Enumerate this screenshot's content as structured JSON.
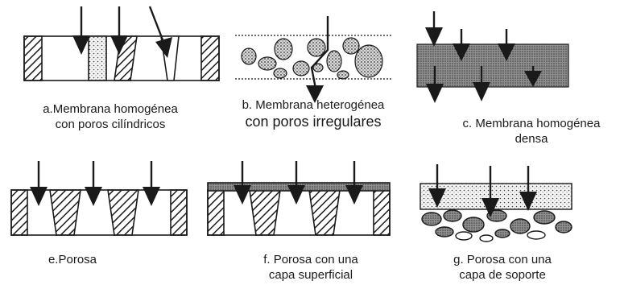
{
  "panels": [
    {
      "id": "a",
      "lines": [
        "a.Membrana homogénea",
        "con poros cilíndricos"
      ]
    },
    {
      "id": "b",
      "lines": [
        "b. Membrana heterogénea",
        "con poros irregulares"
      ]
    },
    {
      "id": "c",
      "lines": [
        "c. Membrana homogénea",
        "densa"
      ]
    },
    {
      "id": "e",
      "lines": [
        "e.Porosa"
      ]
    },
    {
      "id": "f",
      "lines": [
        "f. Porosa con una",
        "capa superficial"
      ]
    },
    {
      "id": "g",
      "lines": [
        "g. Porosa con una",
        "capa de soporte"
      ]
    }
  ],
  "colors": {
    "ink": "#1a1a1a",
    "dense_fill": "#8f8f8f",
    "dots_fill": "#c9c9c9"
  }
}
